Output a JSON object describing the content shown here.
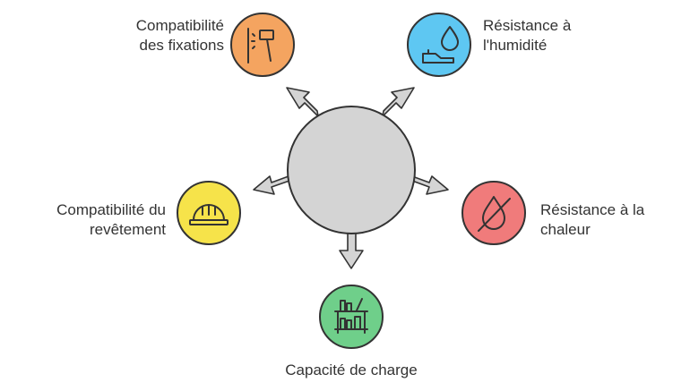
{
  "hub": {
    "fill": "#d4d4d4",
    "stroke": "#333333"
  },
  "arrow_color": {
    "fill": "#d4d4d4",
    "stroke": "#333333"
  },
  "nodes": [
    {
      "id": "fixations",
      "icon": "hammer-icon",
      "color": "#f4a460",
      "stroke": "#333333",
      "label_lines": [
        "Compatibilité",
        "des fixations"
      ]
    },
    {
      "id": "humidite",
      "icon": "water-drop-hand-icon",
      "color": "#5ec7f2",
      "stroke": "#333333",
      "label_lines": [
        "Résistance à",
        "l'humidité"
      ]
    },
    {
      "id": "chaleur",
      "icon": "no-fire-icon",
      "color": "#f07b7b",
      "stroke": "#333333",
      "label_lines": [
        "Résistance à la",
        "chaleur"
      ]
    },
    {
      "id": "charge",
      "icon": "shelf-books-icon",
      "color": "#6fcf8a",
      "stroke": "#333333",
      "label_lines": [
        "Capacité de charge"
      ]
    },
    {
      "id": "revetement",
      "icon": "hard-hat-icon",
      "color": "#f6e34a",
      "stroke": "#333333",
      "label_lines": [
        "Compatibilité du",
        "revêtement"
      ]
    }
  ]
}
